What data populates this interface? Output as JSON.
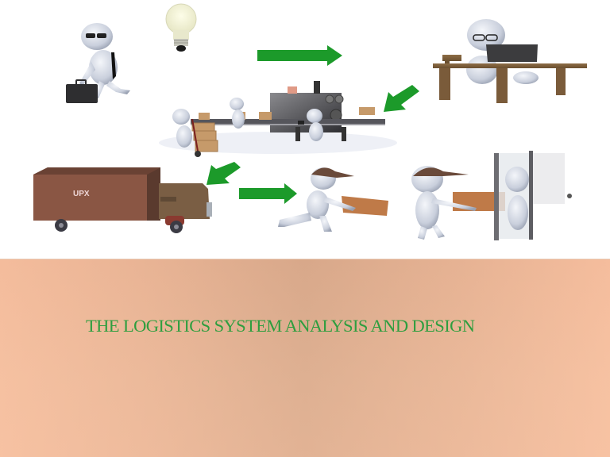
{
  "slide": {
    "title": "THE LOGISTICS SYSTEM ANALYSIS AND DESIGN",
    "title_color": "#2e9e3f",
    "banner_color": "#e2b092",
    "arrow_color": "#1c9a2a"
  },
  "illustration": {
    "scenes": [
      {
        "name": "idea",
        "description": "businessman with briefcase and light bulb"
      },
      {
        "name": "design",
        "description": "figure working on laptop at desk"
      },
      {
        "name": "production",
        "description": "factory conveyor with boxes and workers"
      },
      {
        "name": "transport",
        "description": "delivery truck"
      },
      {
        "name": "delivery",
        "description": "courier carrying package"
      },
      {
        "name": "handover",
        "description": "courier handing package at door"
      }
    ],
    "truck_label": "UPX"
  }
}
